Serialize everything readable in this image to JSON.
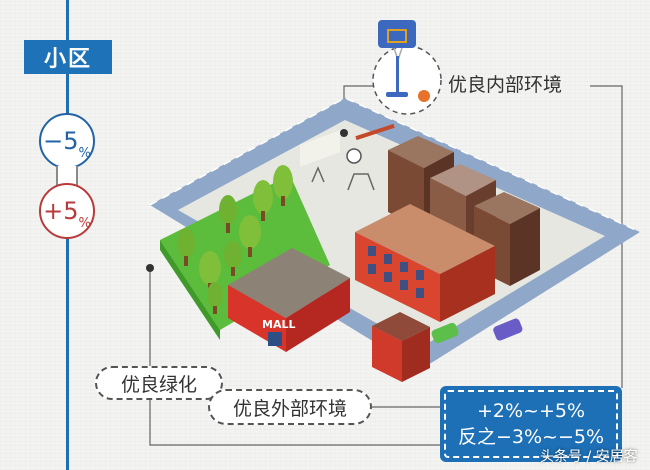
{
  "sidebar": {
    "tag": "小区",
    "minus_value": "−5",
    "plus_value": "+5",
    "percent_sign": "%"
  },
  "labels": {
    "inner_environment": "优良内部环境",
    "greening": "优良绿化",
    "outer_environment": "优良外部环境"
  },
  "result": {
    "line1": "+2%~+5%",
    "line2": "反之−3%~−5%"
  },
  "watermark": "头条号 / 安居客",
  "colors": {
    "accent_blue": "#1d72b8",
    "minus_color": "#2163a6",
    "plus_color": "#b83a3a",
    "grass": "#5fbf3a",
    "road": "#8da4c4"
  },
  "icons": {
    "basketball_hoop": "basketball-hoop-icon",
    "mall_sign": "MALL"
  }
}
